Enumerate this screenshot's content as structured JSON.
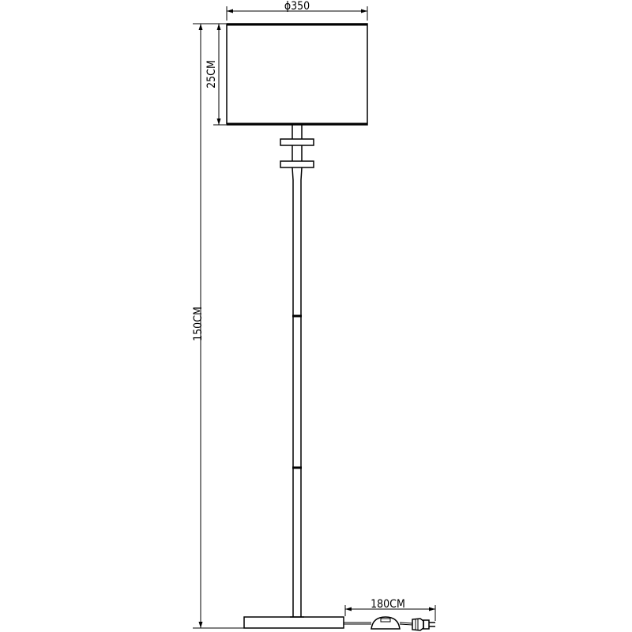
{
  "dimensions": {
    "shade_diameter": "ϕ350",
    "shade_height": "25CM",
    "total_height": "150CM",
    "cable_length": "180CM"
  },
  "colors": {
    "line": "#000000",
    "background": "#ffffff"
  }
}
